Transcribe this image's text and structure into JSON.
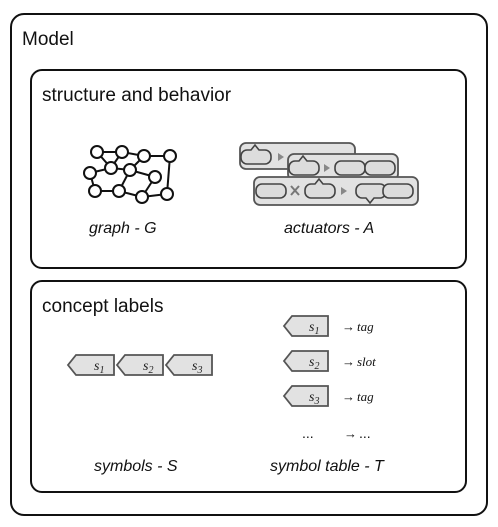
{
  "model": {
    "title": "Model"
  },
  "structure": {
    "title": "structure and behavior",
    "graph_caption": "graph - G",
    "actuators_caption": "actuators - A"
  },
  "concepts": {
    "title": "concept labels",
    "symbols_caption": "symbols - S",
    "table_caption": "symbol table - T",
    "symbols": [
      {
        "base": "s",
        "sub": "1"
      },
      {
        "base": "s",
        "sub": "2"
      },
      {
        "base": "s",
        "sub": "3"
      }
    ],
    "table": [
      {
        "base": "s",
        "sub": "1",
        "arrow": "→",
        "value": "tag"
      },
      {
        "base": "s",
        "sub": "2",
        "arrow": "→",
        "value": "slot"
      },
      {
        "base": "s",
        "sub": "3",
        "arrow": "→",
        "value": "tag"
      },
      {
        "base": "...",
        "sub": "",
        "arrow": "→",
        "value": "..."
      }
    ]
  },
  "colors": {
    "stroke": "#111111",
    "tag_fill": "#e2e2e2",
    "tag_stroke": "#555555"
  }
}
